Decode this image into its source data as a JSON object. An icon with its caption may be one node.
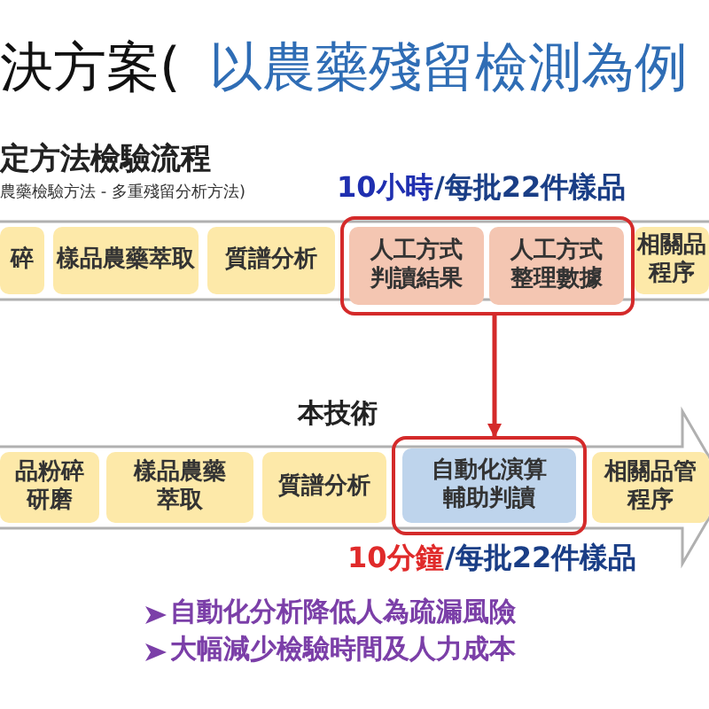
{
  "diagram": {
    "title": "決方案(",
    "nodes": [
      {
        "text": [
          "碎"
        ]
      },
      {
        "text": [
          "樣品農藥萃取"
        ]
      },
      {
        "text": [
          "質譜分析"
        ]
      },
      {
        "text": [],
        "shape": "box"
      },
      {
        "text": [
          "人工方式判讀結果"
        ],
        "in": 3
      },
      {
        "text": [
          "人工方式整理數據"
        ],
        "in": 3
      },
      {
        "text": [
          "相關品程序"
        ]
      },
      {
        "text": [
          "品粉碎研磨"
        ]
      },
      {
        "text": [
          "樣品農藥萃取"
        ]
      },
      {
        "text": [
          "質譜分析"
        ]
      },
      {
        "text": [],
        "shape": "box"
      },
      {
        "text": [
          "自動化演算輔助判讀"
        ],
        "in": 10
      },
      {
        "text": [
          "相關品管程序"
        ]
      }
    ],
    "edges": [
      {
        "from": 3,
        "to": 10,
        "arrow": "to",
        "color": "#d42a2a"
      }
    ],
    "labels": [
      "以農藥殘留檢測為例",
      "定方法檢驗流程",
      "農藥檢驗方法 - 多重殘留分析方法)",
      "10小時",
      "/每批22件樣品",
      "本技術",
      "10分鐘",
      "/每批22件樣品",
      "自動化分析降低人為疏漏風險",
      "大幅減少檢驗時間及人力成本"
    ]
  }
}
